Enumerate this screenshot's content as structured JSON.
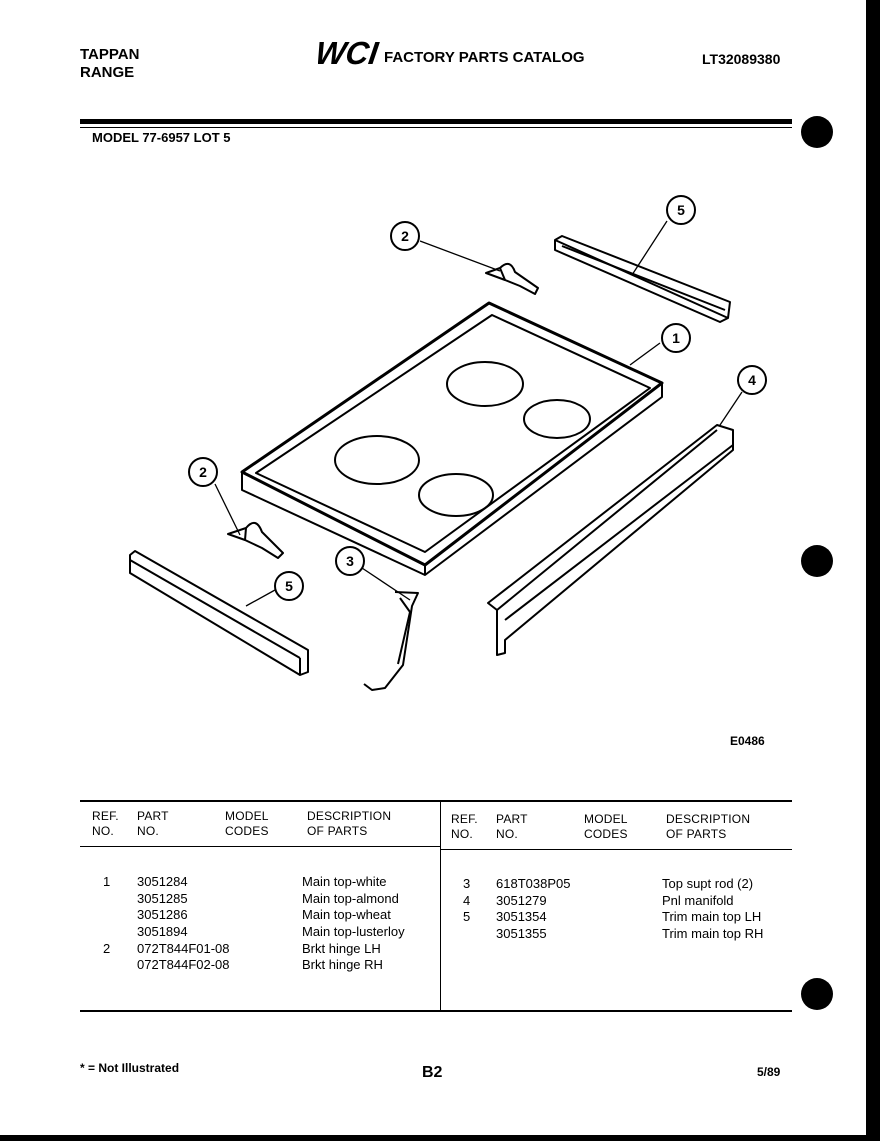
{
  "header": {
    "brand_line1": "TAPPAN",
    "brand_line2": "RANGE",
    "logo_text": "WCI",
    "catalog_title": "FACTORY PARTS CATALOG",
    "catalog_number": "LT32089380",
    "model": "MODEL 77-6957 LOT 5"
  },
  "diagram": {
    "callouts": [
      "1",
      "2",
      "2",
      "3",
      "4",
      "5",
      "5"
    ],
    "figure_code": "E0486"
  },
  "table": {
    "headers": {
      "ref_1": "REF.",
      "ref_2": "NO.",
      "part_1": "PART",
      "part_2": "NO.",
      "model_1": "MODEL",
      "model_2": "CODES",
      "desc_1": "DESCRIPTION",
      "desc_2": "OF PARTS"
    },
    "left": {
      "refs": [
        "1",
        "",
        "",
        "",
        "2",
        ""
      ],
      "parts": [
        "3051284",
        "3051285",
        "3051286",
        "3051894",
        "072T844F01-08",
        "072T844F02-08"
      ],
      "descriptions": [
        "Main top-white",
        "Main top-almond",
        "Main top-wheat",
        "Main top-lusterloy",
        "Brkt hinge LH",
        "Brkt hinge RH"
      ]
    },
    "right": {
      "refs": [
        "3",
        "4",
        "5",
        ""
      ],
      "parts": [
        "618T038P05",
        "3051279",
        "3051354",
        "3051355"
      ],
      "descriptions": [
        "Top supt rod (2)",
        "Pnl manifold",
        "Trim main top LH",
        "Trim main top RH"
      ]
    }
  },
  "footer": {
    "note": "* = Not Illustrated",
    "page": "B2",
    "date": "5/89"
  }
}
